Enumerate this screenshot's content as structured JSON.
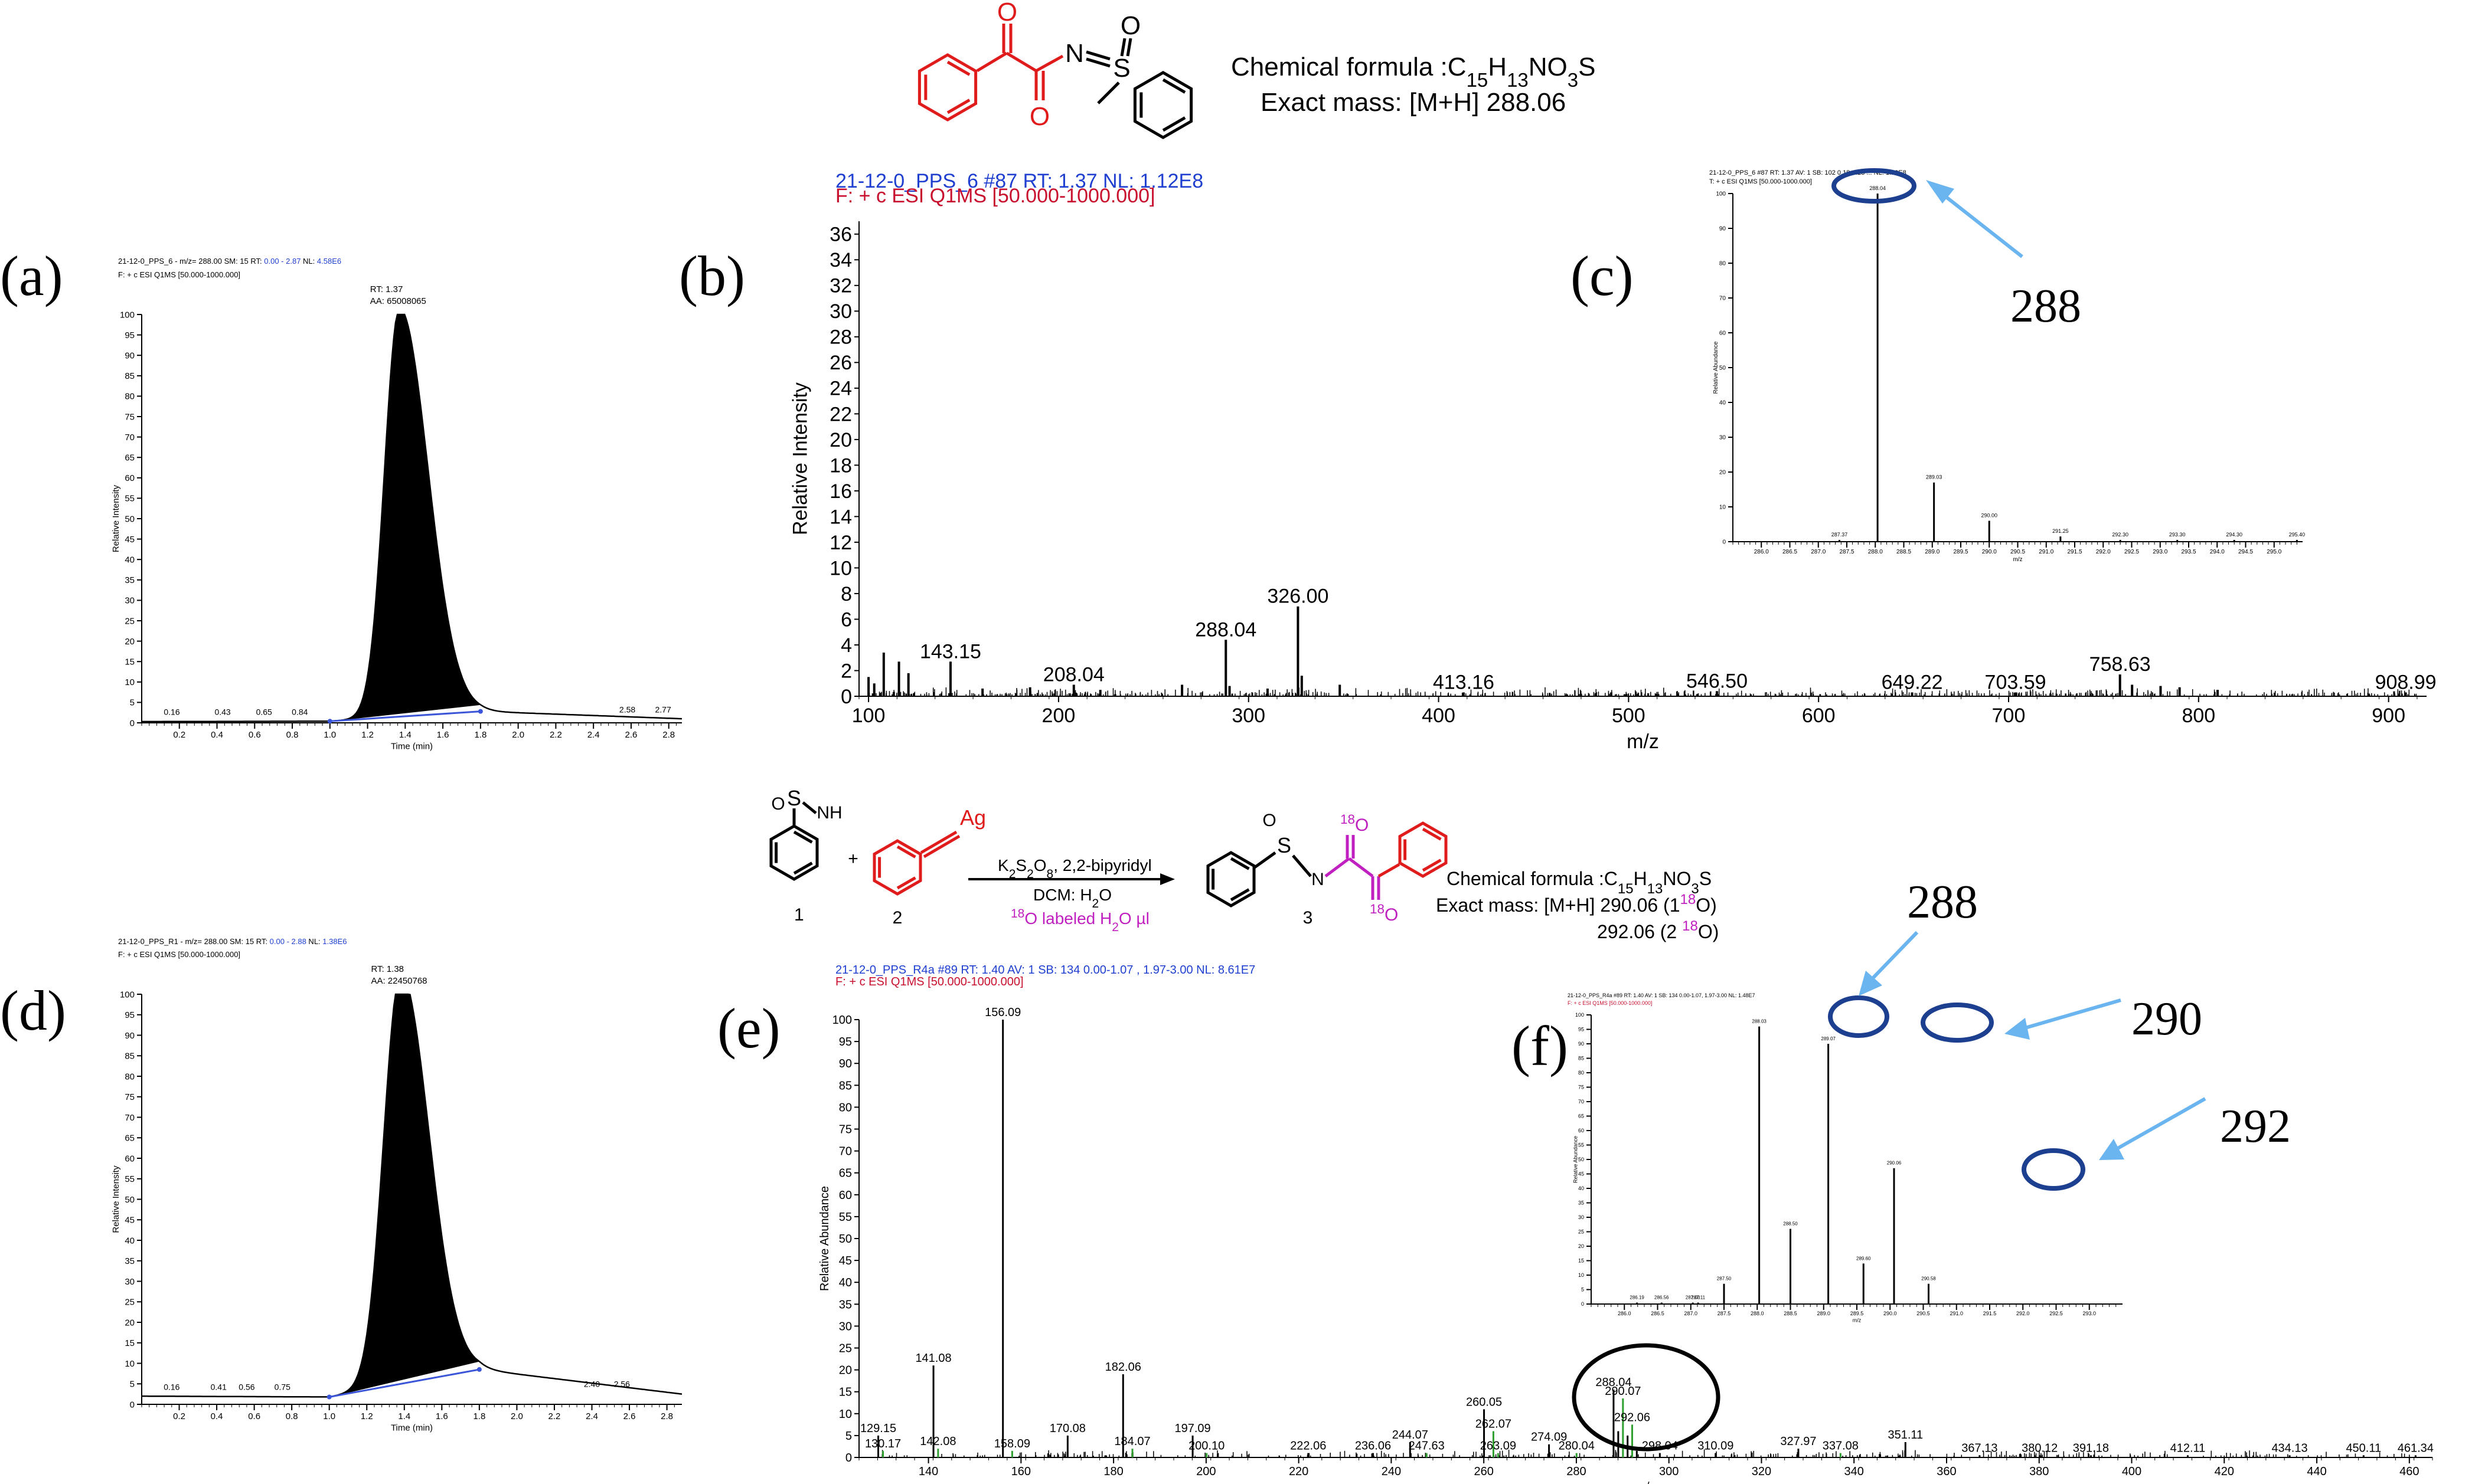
{
  "panel_labels": [
    "(a)",
    "(b)",
    "(c)",
    "(d)",
    "(e)",
    "(f)"
  ],
  "top_info": {
    "formula_prefix": "Chemical formula :",
    "formula_parts": [
      "C",
      "15",
      "H",
      "13",
      "NO",
      "3",
      "S"
    ],
    "mass": "Exact mass: [M+H] 288.06"
  },
  "bottom_info": {
    "formula_prefix": "Chemical formula :",
    "formula_parts": [
      "C",
      "15",
      "H",
      "13",
      "NO",
      "3",
      "S"
    ],
    "mass1": "Exact mass: [M+H] 290.06 (1",
    "mass1_iso": "18",
    "mass1_el": "O)",
    "mass2": "292.06 (2 ",
    "mass2_iso": "18",
    "mass2_el": "O)"
  },
  "reaction": {
    "compound_labels": [
      "1",
      "2",
      "3"
    ],
    "plus": "+",
    "ag": "Ag",
    "nh": "NH",
    "s": "S",
    "o": "O",
    "n": "N",
    "iso": "18",
    "reagent_parts": [
      "K",
      "2",
      "S",
      "2",
      "O",
      "8",
      ", 2,2-bipyridyl"
    ],
    "solvent": "DCM: H",
    "solvent_sub": "2",
    "solvent_end": "O",
    "label_iso": "18",
    "label_text": "O labeled H",
    "label_sub": "2",
    "label_end": "O µl"
  },
  "callouts": {
    "c": "288",
    "f1": "288",
    "f2": "290",
    "f3": "292"
  },
  "chart_data": [
    {
      "id": "a",
      "type": "line",
      "header_parts": [
        "21-12-0_PPS_6 - m/z= 288.00  SM: 15  RT: ",
        "0.00 - 2.87",
        "  NL: ",
        "4.58E6"
      ],
      "header2": "F: + c ESI Q1MS [50.000-1000.000]",
      "peak_label": [
        "RT: 1.37",
        "AA: 65008065"
      ],
      "xlabel": "Time (min)",
      "ylabel": "Relative Intensity",
      "xlim": [
        0,
        2.87
      ],
      "ylim": [
        0,
        100
      ],
      "x_ticks": [
        "0.2",
        "0.4",
        "0.6",
        "0.8",
        "1.0",
        "1.2",
        "1.4",
        "1.6",
        "1.8",
        "2.0",
        "2.2",
        "2.4",
        "2.6",
        "2.8"
      ],
      "y_ticks": [
        "0",
        "5",
        "10",
        "15",
        "20",
        "25",
        "30",
        "35",
        "40",
        "45",
        "50",
        "55",
        "60",
        "65",
        "70",
        "75",
        "80",
        "85",
        "90",
        "95",
        "100"
      ],
      "small_labels": [
        {
          "x": 0.16,
          "y": 1.2,
          "t": "0.16"
        },
        {
          "x": 0.43,
          "y": 1.2,
          "t": "0.43"
        },
        {
          "x": 0.65,
          "y": 1.2,
          "t": "0.65"
        },
        {
          "x": 0.84,
          "y": 1.2,
          "t": "0.84"
        },
        {
          "x": 2.58,
          "y": 1.8,
          "t": "2.58"
        },
        {
          "x": 2.77,
          "y": 1.8,
          "t": "2.77"
        }
      ],
      "peak": {
        "center": 1.37,
        "height": 100,
        "sigma_left": 0.08,
        "sigma_right": 0.15,
        "start": 1.0,
        "end": 1.8
      },
      "baseline": [
        [
          0,
          0.3
        ],
        [
          1.0,
          0.4
        ],
        [
          1.8,
          2.8
        ],
        [
          2.87,
          1.0
        ]
      ]
    },
    {
      "id": "b",
      "type": "bar",
      "header_parts": [
        "21-12-0_PPS_6 #87   RT: 1.37   NL: 1.12E8"
      ],
      "header2": "F: + c ESI Q1MS [50.000-1000.000]",
      "xlabel": "m/z",
      "ylabel": "Relative Intensity",
      "xlim": [
        95,
        920
      ],
      "ylim": [
        0,
        37
      ],
      "x_ticks": [
        "100",
        "200",
        "300",
        "400",
        "500",
        "600",
        "700",
        "800",
        "900"
      ],
      "y_ticks": [
        "0",
        "2",
        "4",
        "6",
        "8",
        "10",
        "12",
        "14",
        "16",
        "18",
        "20",
        "22",
        "24",
        "26",
        "28",
        "30",
        "32",
        "34",
        "36"
      ],
      "peaks": [
        {
          "x": 100,
          "y": 1.5
        },
        {
          "x": 103,
          "y": 1.0
        },
        {
          "x": 108,
          "y": 3.4
        },
        {
          "x": 116,
          "y": 2.7
        },
        {
          "x": 121,
          "y": 1.8
        },
        {
          "x": 143.15,
          "y": 2.7,
          "label": "143.15"
        },
        {
          "x": 160,
          "y": 0.6
        },
        {
          "x": 185,
          "y": 0.7
        },
        {
          "x": 208.04,
          "y": 0.9,
          "label": "208.04"
        },
        {
          "x": 222,
          "y": 0.5
        },
        {
          "x": 265,
          "y": 0.9
        },
        {
          "x": 288.04,
          "y": 4.4,
          "label": "288.04"
        },
        {
          "x": 290,
          "y": 0.8
        },
        {
          "x": 310,
          "y": 0.6
        },
        {
          "x": 326.0,
          "y": 7.0,
          "label": "326.00"
        },
        {
          "x": 328,
          "y": 1.6
        },
        {
          "x": 348,
          "y": 0.9
        },
        {
          "x": 413.16,
          "y": 0.3,
          "label": "413.16"
        },
        {
          "x": 546.5,
          "y": 0.4,
          "label": "546.50"
        },
        {
          "x": 649.22,
          "y": 0.3,
          "label": "649.22"
        },
        {
          "x": 703.59,
          "y": 0.3,
          "label": "703.59"
        },
        {
          "x": 758.63,
          "y": 1.7,
          "label": "758.63"
        },
        {
          "x": 765,
          "y": 0.9
        },
        {
          "x": 780,
          "y": 0.8
        },
        {
          "x": 790,
          "y": 0.7
        },
        {
          "x": 810,
          "y": 0.5
        },
        {
          "x": 908.99,
          "y": 0.3,
          "label": "908.99"
        }
      ]
    },
    {
      "id": "c",
      "type": "bar",
      "header_parts": [
        "21-12-0_PPS_6 #87  RT: 1.37  AV: 1  SB: 102  0.18-1.23 ...  NL: 1.12E8"
      ],
      "header2": "T: + c ESI Q1MS [50.000-1000.000]",
      "xlabel": "m/z",
      "ylabel": "Relative Abundance",
      "xlim": [
        285.5,
        295.5
      ],
      "ylim": [
        0,
        100
      ],
      "x_ticks": [
        "286.0",
        "286.5",
        "287.0",
        "287.5",
        "288.0",
        "288.5",
        "289.0",
        "289.5",
        "290.0",
        "290.5",
        "291.0",
        "291.5",
        "292.0",
        "292.5",
        "293.0",
        "293.5",
        "294.0",
        "294.5",
        "295.0"
      ],
      "y_ticks": [
        "0",
        "10",
        "20",
        "30",
        "40",
        "50",
        "60",
        "70",
        "80",
        "90",
        "100"
      ],
      "peaks": [
        {
          "x": 287.37,
          "y": 0.5,
          "label": "287.37"
        },
        {
          "x": 288.04,
          "y": 100,
          "label": "288.04"
        },
        {
          "x": 289.03,
          "y": 17,
          "label": "289.03"
        },
        {
          "x": 290.0,
          "y": 6,
          "label": "290.00"
        },
        {
          "x": 291.25,
          "y": 1.5,
          "label": "291.25"
        },
        {
          "x": 292.3,
          "y": 0.5,
          "label": "292.30"
        },
        {
          "x": 293.3,
          "y": 0.5,
          "label": "293.30"
        },
        {
          "x": 294.3,
          "y": 0.5,
          "label": "294.30"
        },
        {
          "x": 295.4,
          "y": 0.5,
          "label": "295.40"
        }
      ]
    },
    {
      "id": "d",
      "type": "line",
      "header_parts": [
        "21-12-0_PPS_R1 - m/z= 288.00  SM: 15  RT: ",
        "0.00 - 2.88",
        "  NL: ",
        "1.38E6"
      ],
      "header2": "F: + c ESI Q1MS [50.000-1000.000]",
      "peak_label": [
        "RT: 1.38",
        "AA: 22450768"
      ],
      "xlabel": "Time (min)",
      "ylabel": "Relative Intensity",
      "xlim": [
        0,
        2.88
      ],
      "ylim": [
        0,
        100
      ],
      "x_ticks": [
        "0.2",
        "0.4",
        "0.6",
        "0.8",
        "1.0",
        "1.2",
        "1.4",
        "1.6",
        "1.8",
        "2.0",
        "2.2",
        "2.4",
        "2.6",
        "2.8"
      ],
      "y_ticks": [
        "0",
        "5",
        "10",
        "15",
        "20",
        "25",
        "30",
        "35",
        "40",
        "45",
        "50",
        "55",
        "60",
        "65",
        "70",
        "75",
        "80",
        "85",
        "90",
        "95",
        "100"
      ],
      "small_labels": [
        {
          "x": 0.16,
          "y": 2.8,
          "t": "0.16"
        },
        {
          "x": 0.41,
          "y": 2.8,
          "t": "0.41"
        },
        {
          "x": 0.56,
          "y": 2.8,
          "t": "0.56"
        },
        {
          "x": 0.75,
          "y": 2.8,
          "t": "0.75"
        },
        {
          "x": 2.4,
          "y": 3.5,
          "t": "2.40"
        },
        {
          "x": 2.56,
          "y": 3.5,
          "t": "2.56"
        }
      ],
      "peak": {
        "center": 1.38,
        "height": 100,
        "sigma_left": 0.09,
        "sigma_right": 0.15,
        "start": 1.0,
        "end": 1.8
      },
      "baseline": [
        [
          0,
          2.0
        ],
        [
          1.0,
          1.8
        ],
        [
          1.8,
          8.5
        ],
        [
          2.88,
          2.5
        ]
      ]
    },
    {
      "id": "e",
      "type": "bar",
      "header_parts": [
        "21-12-0_PPS_R4a #89   RT: 1.40   AV: 1   SB: 134   0.00-1.07 , 1.97-3.00   NL: 8.61E7"
      ],
      "header2": "F: + c ESI Q1MS [50.000-1000.000]",
      "xlabel": "m/z",
      "ylabel": "Relative Abundance",
      "xlim": [
        125,
        465
      ],
      "ylim": [
        0,
        100
      ],
      "x_ticks": [
        "140",
        "160",
        "180",
        "200",
        "220",
        "240",
        "260",
        "280",
        "300",
        "320",
        "340",
        "360",
        "380",
        "400",
        "420",
        "440",
        "460"
      ],
      "y_ticks": [
        "0",
        "5",
        "10",
        "15",
        "20",
        "25",
        "30",
        "35",
        "40",
        "45",
        "50",
        "55",
        "60",
        "65",
        "70",
        "75",
        "80",
        "85",
        "90",
        "95",
        "100"
      ],
      "peaks": [
        {
          "x": 129.15,
          "y": 5,
          "label": "129.15"
        },
        {
          "x": 130.17,
          "y": 1.5,
          "label": "130.17",
          "green": true
        },
        {
          "x": 141.08,
          "y": 21,
          "label": "141.08"
        },
        {
          "x": 142.08,
          "y": 2,
          "label": "142.08",
          "green": true
        },
        {
          "x": 156.09,
          "y": 100,
          "label": "156.09"
        },
        {
          "x": 158.09,
          "y": 1.5,
          "label": "158.09",
          "green": true
        },
        {
          "x": 170.08,
          "y": 5,
          "label": "170.08"
        },
        {
          "x": 182.06,
          "y": 19,
          "label": "182.06"
        },
        {
          "x": 184.07,
          "y": 2,
          "label": "184.07",
          "green": true
        },
        {
          "x": 197.09,
          "y": 5,
          "label": "197.09"
        },
        {
          "x": 200.1,
          "y": 1,
          "label": "200.10",
          "green": true
        },
        {
          "x": 222.06,
          "y": 1,
          "label": "222.06"
        },
        {
          "x": 236.06,
          "y": 1,
          "label": "236.06"
        },
        {
          "x": 244.07,
          "y": 3.5,
          "label": "244.07"
        },
        {
          "x": 247.63,
          "y": 1,
          "label": "247.63",
          "green": true
        },
        {
          "x": 260.05,
          "y": 11,
          "label": "260.05"
        },
        {
          "x": 262.07,
          "y": 6,
          "label": "262.07",
          "green": true
        },
        {
          "x": 263.09,
          "y": 1,
          "label": "263.09",
          "green": true
        },
        {
          "x": 274.09,
          "y": 3,
          "label": "274.09"
        },
        {
          "x": 280.04,
          "y": 1,
          "label": "280.04",
          "green": true
        },
        {
          "x": 288.04,
          "y": 15.5,
          "label": "288.04"
        },
        {
          "x": 289.05,
          "y": 6
        },
        {
          "x": 290.07,
          "y": 13.5,
          "label": "290.07",
          "green": true
        },
        {
          "x": 291.07,
          "y": 5
        },
        {
          "x": 292.06,
          "y": 7.5,
          "label": "292.06",
          "green": true
        },
        {
          "x": 293.06,
          "y": 1.5
        },
        {
          "x": 298.04,
          "y": 1,
          "label": "298.04"
        },
        {
          "x": 310.09,
          "y": 1,
          "label": "310.09"
        },
        {
          "x": 327.97,
          "y": 2,
          "label": "327.97"
        },
        {
          "x": 337.08,
          "y": 1,
          "label": "337.08",
          "green": true
        },
        {
          "x": 351.11,
          "y": 3.5,
          "label": "351.11"
        },
        {
          "x": 367.13,
          "y": 0.5,
          "label": "367.13"
        },
        {
          "x": 380.12,
          "y": 0.5,
          "label": "380.12"
        },
        {
          "x": 391.18,
          "y": 0.5,
          "label": "391.18"
        },
        {
          "x": 412.11,
          "y": 0.5,
          "label": "412.11"
        },
        {
          "x": 434.13,
          "y": 0.5,
          "label": "434.13"
        },
        {
          "x": 450.11,
          "y": 0.5,
          "label": "450.11"
        },
        {
          "x": 461.34,
          "y": 0.5,
          "label": "461.34"
        }
      ]
    },
    {
      "id": "f",
      "type": "bar",
      "header_parts": [
        "21-12-0_PPS_R4a #89  RT: 1.40  AV: 1  SB: 134  0.00-1.07, 1.97-3.00  NL: 1.48E7"
      ],
      "header2": "F: + c ESI Q1MS [50.000-1000.000]",
      "xlabel": "m/z",
      "ylabel": "Relative Abundance",
      "xlim": [
        285.5,
        293.5
      ],
      "ylim": [
        0,
        100
      ],
      "x_ticks": [
        "286.0",
        "286.5",
        "287.0",
        "287.5",
        "288.0",
        "288.5",
        "289.0",
        "289.5",
        "290.0",
        "290.5",
        "291.0",
        "291.5",
        "292.0",
        "292.5",
        "293.0"
      ],
      "y_ticks": [
        "0",
        "5",
        "10",
        "15",
        "20",
        "25",
        "30",
        "35",
        "40",
        "45",
        "50",
        "55",
        "60",
        "65",
        "70",
        "75",
        "80",
        "85",
        "90",
        "95",
        "100"
      ],
      "peaks": [
        {
          "x": 286.19,
          "y": 0.5,
          "label": "286.19"
        },
        {
          "x": 286.56,
          "y": 0.5,
          "label": "286.56"
        },
        {
          "x": 287.11,
          "y": 0.5,
          "label": "287.11"
        },
        {
          "x": 287.03,
          "y": 0.5,
          "label": "287.03"
        },
        {
          "x": 287.5,
          "y": 7,
          "label": "287.50"
        },
        {
          "x": 288.03,
          "y": 96,
          "label": "288.03"
        },
        {
          "x": 288.5,
          "y": 26,
          "label": "288.50"
        },
        {
          "x": 289.07,
          "y": 90,
          "label": "289.07"
        },
        {
          "x": 289.6,
          "y": 14,
          "label": "289.60"
        },
        {
          "x": 290.06,
          "y": 47,
          "label": "290.06"
        },
        {
          "x": 290.58,
          "y": 7,
          "label": "290.58"
        }
      ]
    }
  ]
}
